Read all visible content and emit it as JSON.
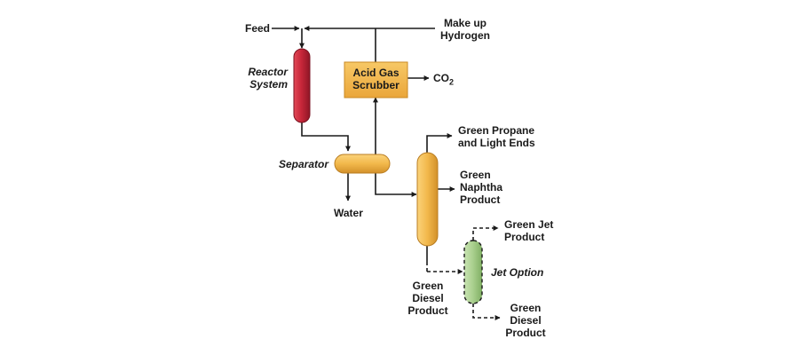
{
  "labels": {
    "feed": "Feed",
    "makeup_hydrogen_1": "Make up",
    "makeup_hydrogen_2": "Hydrogen",
    "reactor_1": "Reactor",
    "reactor_2": "System",
    "scrubber_1": "Acid Gas",
    "scrubber_2": "Scrubber",
    "co2_main": "CO",
    "co2_sub": "2",
    "separator": "Separator",
    "water": "Water",
    "propane_1": "Green Propane",
    "propane_2": "and Light Ends",
    "naphtha_1": "Green",
    "naphtha_2": "Naphtha",
    "naphtha_3": "Product",
    "diesel_1": "Green",
    "diesel_2": "Diesel",
    "diesel_3": "Product",
    "jet_product_1": "Green Jet",
    "jet_product_2": "Product",
    "jet_option": "Jet Option",
    "jet_diesel_1": "Green",
    "jet_diesel_2": "Diesel",
    "jet_diesel_3": "Product"
  },
  "colors": {
    "reactor": "#c8273a",
    "scrubber": "#f2b64a",
    "separator": "#f2b84b",
    "column": "#f2b84b",
    "jet_column": "#a9cf8d",
    "line": "#1a1a1a"
  }
}
